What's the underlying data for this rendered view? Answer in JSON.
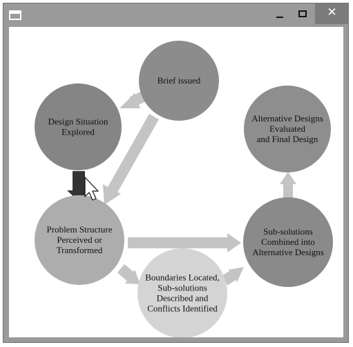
{
  "window": {
    "icon": "window-icon",
    "controls": {
      "minimize": "minimize-icon",
      "maximize": "maximize-icon",
      "close": "close-icon",
      "close_symbol": "✕"
    }
  },
  "diagram": {
    "nodes": {
      "brief": {
        "lines": [
          "Brief issued"
        ],
        "fill": "#8c8c8c"
      },
      "design": {
        "lines": [
          "Design Situation",
          "Explored"
        ],
        "fill": "#858585"
      },
      "alternatives": {
        "lines": [
          "Alternative Designs",
          "Evaluated",
          "and Final Design"
        ],
        "fill": "#8e8e8e"
      },
      "problem": {
        "lines": [
          "Problem Structure",
          "Perceived or",
          "Transformed"
        ],
        "fill": "#adadad"
      },
      "subsolutions": {
        "lines": [
          "Sub-solutions",
          "Combined into",
          "Alternative Designs"
        ],
        "fill": "#8a8a8a"
      },
      "boundaries": {
        "lines": [
          "Boundaries Located,",
          "Sub-solutions",
          "Described and",
          "Conflicts Identified"
        ],
        "fill": "#d4d4d4"
      }
    },
    "arrow_color": "#c4c4c4",
    "highlight_arrow_color": "#333333"
  }
}
